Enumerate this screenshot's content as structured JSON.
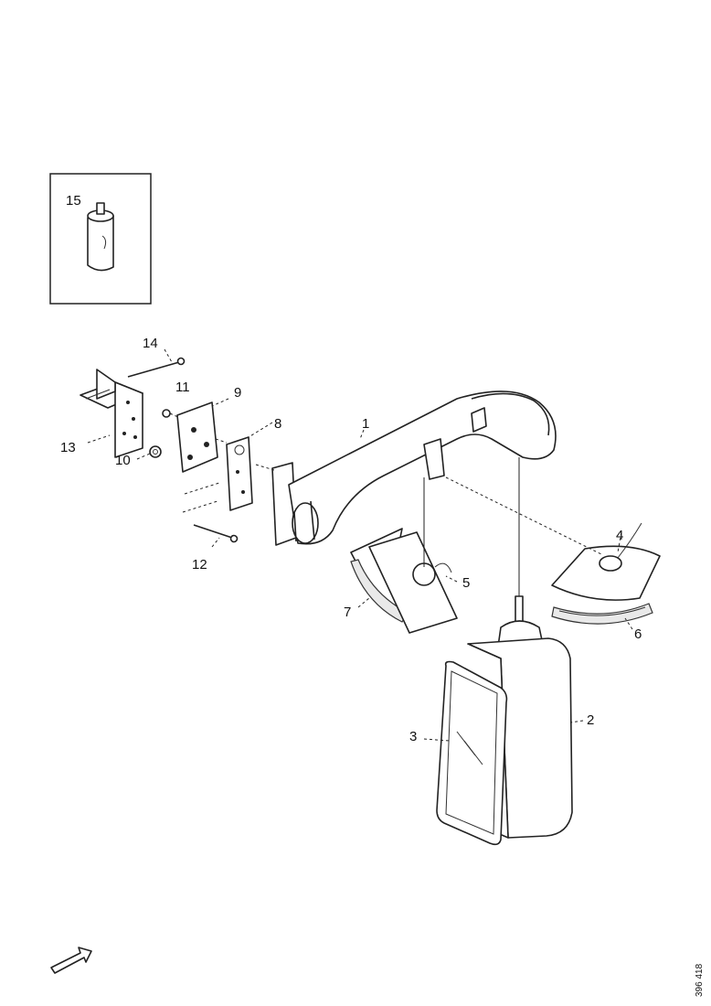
{
  "callouts": {
    "c1": "1",
    "c2": "2",
    "c3": "3",
    "c4": "4",
    "c5": "5",
    "c6": "6",
    "c7": "7",
    "c8": "8",
    "c9": "9",
    "c10": "10",
    "c11": "11",
    "c12": "12",
    "c13": "13",
    "c14": "14",
    "c15": "15"
  },
  "drawing_code": "396 418"
}
